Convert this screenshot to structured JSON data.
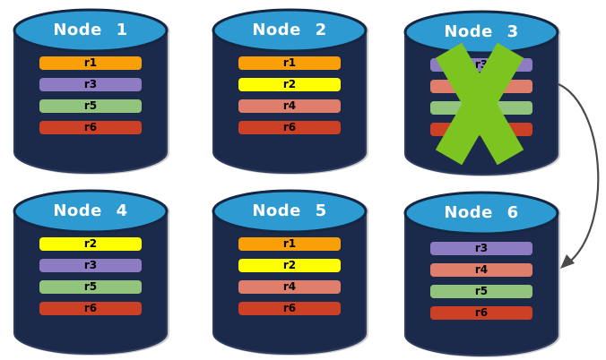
{
  "diagram": {
    "description": "Six database nodes holding replica partitions; Node 3 is failed (green X) with an arrow pointing to Node 6"
  },
  "colors": {
    "cylinder_body": "#1B2A4A",
    "cylinder_top": "#2E9AD2",
    "failure_x": "#7CC520",
    "arrow": "#4A4A4A",
    "title_text": "#FFFFFF",
    "bar_text": "#000000"
  },
  "replica_colors": {
    "r1": "#F9A009",
    "r2": "#FFFF00",
    "r3": "#8E7CC3",
    "r4": "#DF7E6B",
    "r5": "#93C47D",
    "r6": "#CC4125"
  },
  "nodes": [
    {
      "title": "Node 1",
      "replicas": [
        "r1",
        "r3",
        "r5",
        "r6"
      ]
    },
    {
      "title": "Node 2",
      "replicas": [
        "r1",
        "r2",
        "r4",
        "r6"
      ]
    },
    {
      "title": "Node 3",
      "replicas": [
        "r3",
        "r4",
        "r5",
        "r6"
      ],
      "failed": true
    },
    {
      "title": "Node 4",
      "replicas": [
        "r2",
        "r3",
        "r5",
        "r6"
      ]
    },
    {
      "title": "Node 5",
      "replicas": [
        "r1",
        "r2",
        "r4",
        "r6"
      ]
    },
    {
      "title": "Node 6",
      "replicas": [
        "r3",
        "r4",
        "r5",
        "r6"
      ]
    }
  ],
  "annotations": {
    "failure_x_on": "Node 3",
    "arrow": {
      "from": "Node 3",
      "to": "Node 6"
    }
  }
}
